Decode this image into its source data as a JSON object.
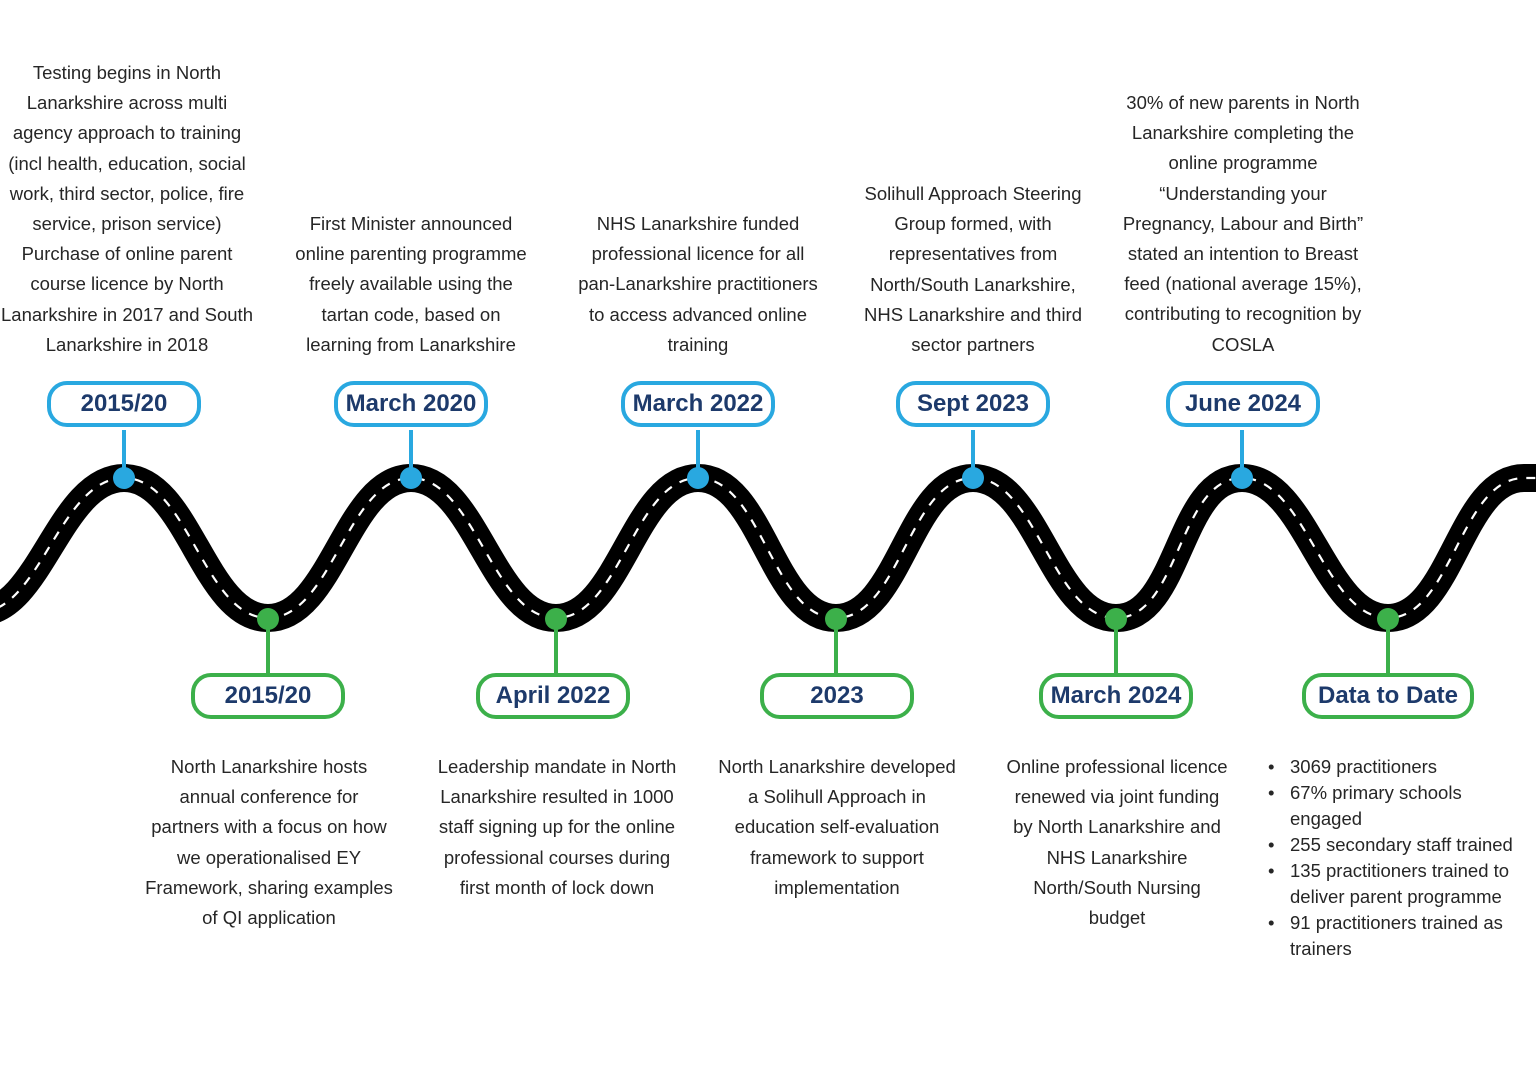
{
  "colors": {
    "road": "#000000",
    "road_centerline": "#ffffff",
    "top_marker": "#29a8e0",
    "bottom_marker": "#3cb04a",
    "label_text": "#1d3a6b",
    "body_text": "#262626"
  },
  "top_events": [
    {
      "label": "2015/20",
      "description": "Testing begins in North\nLanarkshire across multi\nagency approach to training\n(incl health, education, social\nwork, third sector, police, fire\nservice, prison service)\nPurchase of online parent\ncourse licence by North\nLanarkshire in 2017 and South\nLanarkshire in 2018"
    },
    {
      "label": "March 2020",
      "description": "First Minister announced\nonline parenting programme\nfreely available using the\ntartan code, based on\nlearning from Lanarkshire"
    },
    {
      "label": "March 2022",
      "description": "NHS Lanarkshire funded\nprofessional licence for all\npan-Lanarkshire practitioners\nto access advanced online\ntraining"
    },
    {
      "label": "Sept 2023",
      "description": "Solihull Approach Steering\nGroup formed, with\nrepresentatives from\nNorth/South Lanarkshire,\nNHS Lanarkshire and third\nsector partners"
    },
    {
      "label": "June 2024",
      "description": "30%  of new parents in North\nLanarkshire completing the\nonline programme\n“Understanding your\nPregnancy, Labour and Birth”\nstated an intention to Breast\nfeed (national average 15%),\ncontributing to recognition by\nCOSLA"
    }
  ],
  "bottom_events": [
    {
      "label": "2015/20",
      "description": "North Lanarkshire hosts\nannual conference for\npartners with a focus on how\nwe operationalised EY\nFramework, sharing examples\nof QI application"
    },
    {
      "label": "April 2022",
      "description": "Leadership mandate in North\nLanarkshire resulted in 1000\nstaff signing up for the online\nprofessional courses  during\nfirst month of lock down"
    },
    {
      "label": "2023",
      "description": "North Lanarkshire developed\na Solihull Approach in\neducation self-evaluation\nframework to support\nimplementation"
    },
    {
      "label": "March 2024",
      "description": "Online professional licence\nrenewed via joint funding\nby North Lanarkshire and\nNHS Lanarkshire\nNorth/South Nursing\nbudget"
    },
    {
      "label": "Data to Date",
      "bullets": [
        "3069 practitioners",
        "67% primary schools engaged",
        "255 secondary staff trained",
        "135 practitioners trained to deliver parent programme",
        "91 practitioners trained as trainers"
      ]
    }
  ]
}
